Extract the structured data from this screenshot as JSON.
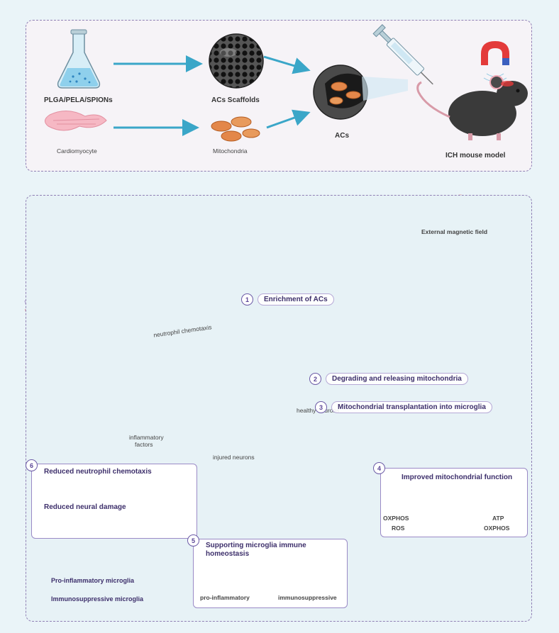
{
  "top_panel": {
    "labels": {
      "plga": "PLGA/PELA/SPIONs",
      "scaffolds": "ACs Scaffolds",
      "acs": "ACs",
      "mouse": "ICH mouse model",
      "cardiomyocyte": "Cardiomyocyte",
      "mitochondria": "Mitochondria"
    }
  },
  "bottom_panel": {
    "external_field": "External magnetic field",
    "neutrophil_chemotaxis": "neutrophil chemotaxis",
    "inflammatory_factors_1": "inflammatory",
    "inflammatory_factors_2": "factors",
    "healthy_neurons": "healthy neurons",
    "injured_neurons": "injured neurons",
    "steps": [
      {
        "num": "1",
        "text": "Enrichment of ACs"
      },
      {
        "num": "2",
        "text": "Degrading and releasing mitochondria"
      },
      {
        "num": "3",
        "text": "Mitochondrial transplantation into microglia"
      },
      {
        "num": "4",
        "text": "Improved mitochondrial function"
      },
      {
        "num": "5",
        "text": "Supporting microglia immune homeostasis"
      },
      {
        "num": "6",
        "text": "Reduced neutrophil chemotaxis"
      }
    ],
    "box4": {
      "left_1": "OXPHOS",
      "left_2": "ROS",
      "right_1": "ATP",
      "right_2": "OXPHOS"
    },
    "box5": {
      "left": "pro-inflammatory",
      "right": "immunosuppressive"
    },
    "box6": {
      "line2": "Reduced neural damage"
    },
    "legend": {
      "pro": "Pro-inflammatory microglia",
      "immuno": "Immunosuppressive microglia"
    }
  },
  "colors": {
    "arrow_teal": "#3aa6c8",
    "arrow_purple": "#6d4fa5",
    "rbc": "#d63a3a",
    "vessel": "#f3c6b2",
    "microglia_cell": "#c9dcf0",
    "mitochondria": "#e3874a"
  }
}
